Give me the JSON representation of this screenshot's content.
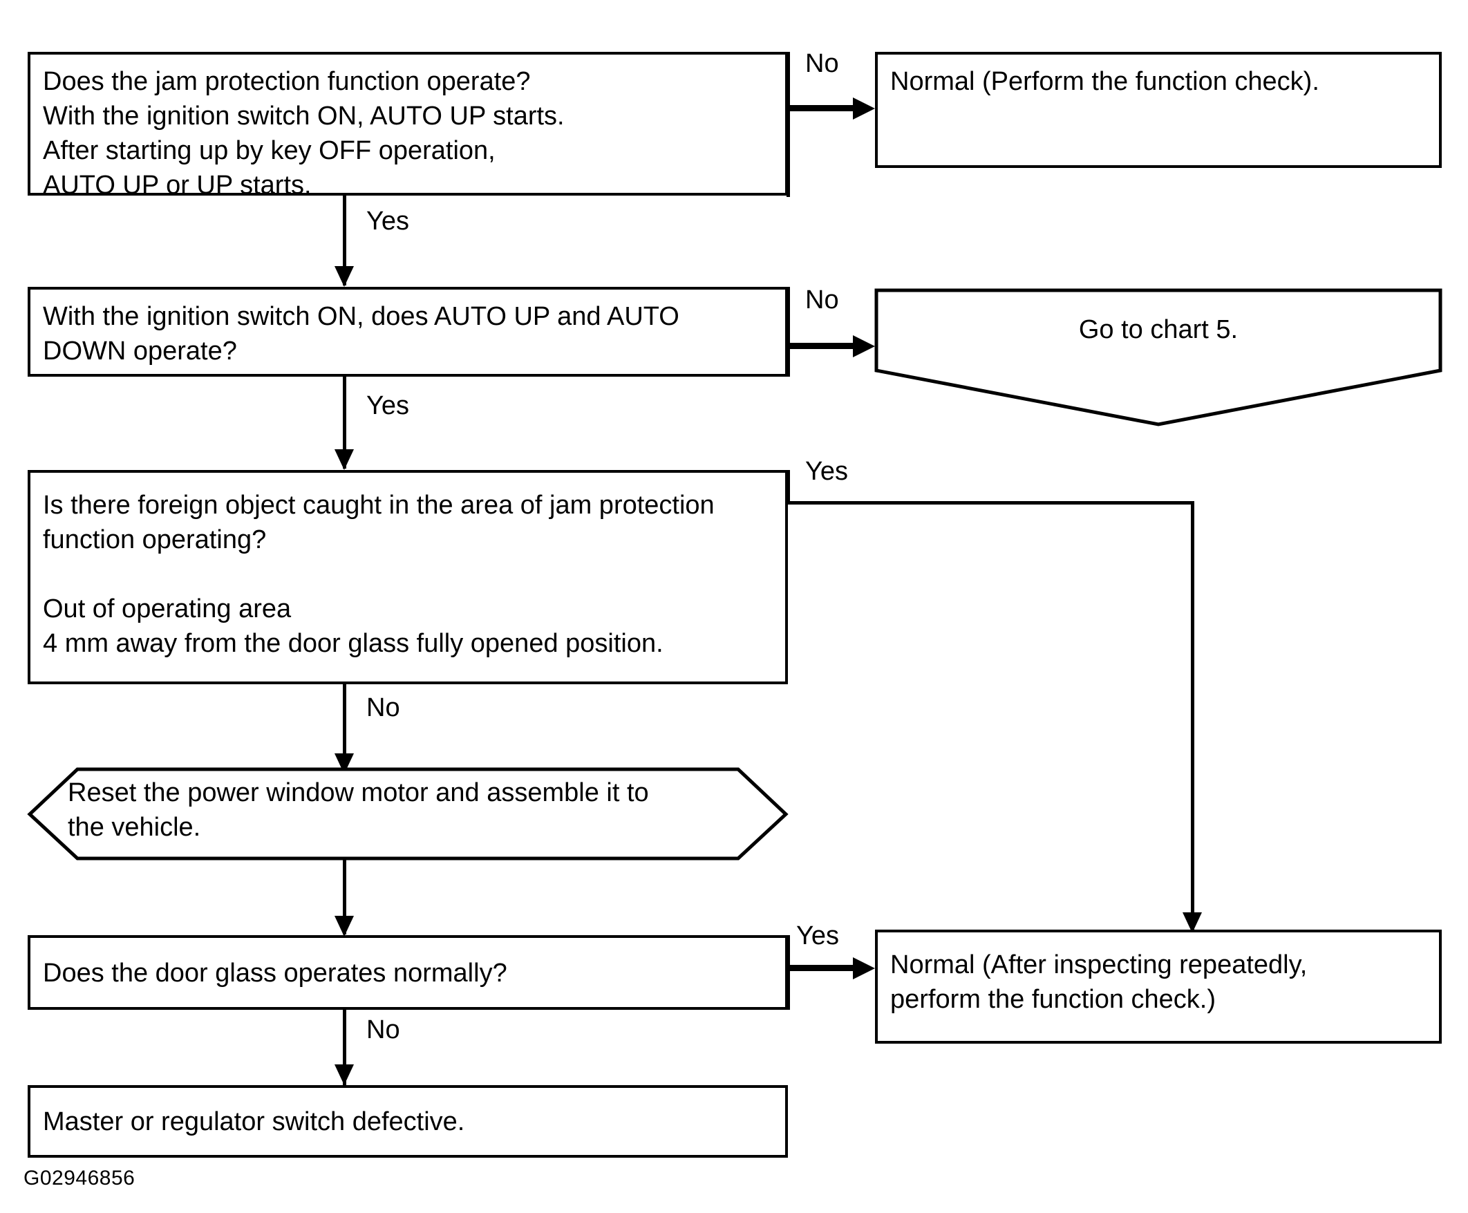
{
  "diagram": {
    "figure_id": "G02946856",
    "nodes": {
      "q1": {
        "shape": "rectangle",
        "text": "Does the jam protection function operate?\nWith the ignition switch ON, AUTO UP starts.\nAfter starting up by key OFF operation,\nAUTO UP or UP starts."
      },
      "r1": {
        "shape": "rectangle",
        "text": "Normal (Perform the function check)."
      },
      "q2": {
        "shape": "rectangle",
        "text": "With the ignition switch ON, does AUTO UP and AUTO\nDOWN operate?"
      },
      "r2": {
        "shape": "pentagon-down",
        "text": "Go to chart 5."
      },
      "q3": {
        "shape": "rectangle",
        "text": "Is there foreign object caught in the area of jam protection\nfunction operating?\n\nOut of operating area\n 4 mm away from the door glass fully opened position."
      },
      "a1": {
        "shape": "hexagon",
        "text": "Reset the power window motor and assemble it to\nthe vehicle."
      },
      "q4": {
        "shape": "rectangle",
        "text": "Does the door glass operates normally?"
      },
      "r3": {
        "shape": "rectangle",
        "text": "Normal (After inspecting repeatedly,\nperform the function check.)"
      },
      "r4": {
        "shape": "rectangle",
        "text": "Master or regulator switch defective."
      }
    },
    "edges": {
      "q1_no": "No",
      "q1_yes": "Yes",
      "q2_no": "No",
      "q2_yes": "Yes",
      "q3_yes": "Yes",
      "q3_no": "No",
      "q4_yes": "Yes",
      "q4_no": "No"
    },
    "colors": {
      "stroke": "#000000",
      "fill": "#ffffff",
      "text": "#000000"
    }
  }
}
